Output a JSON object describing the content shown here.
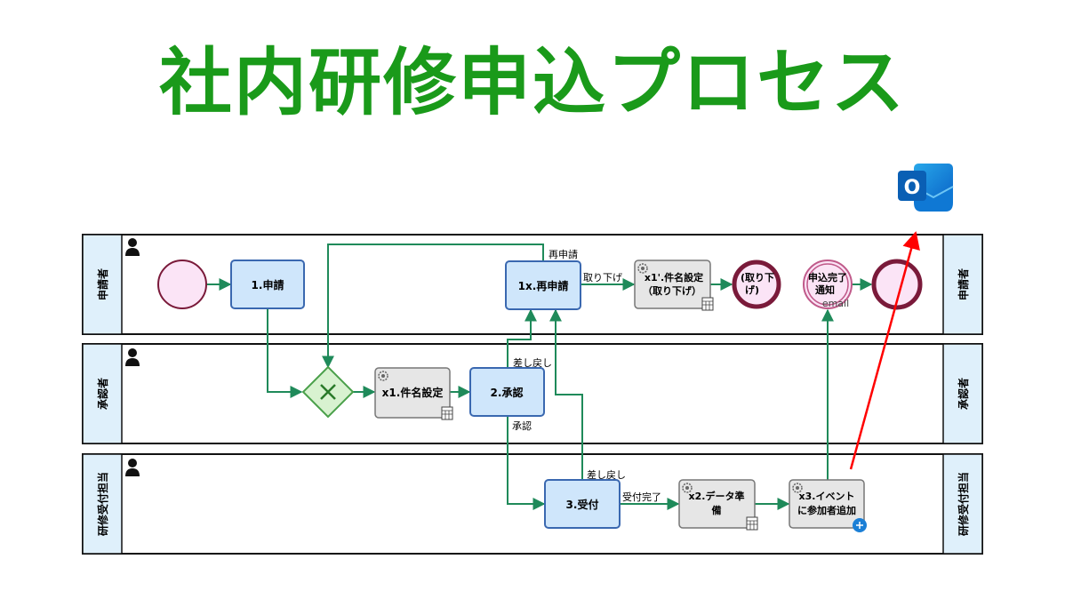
{
  "title": "社内研修申込プロセス",
  "colors": {
    "title": "#1a9a1a",
    "flow": "#1f8a5a",
    "task_fill": "#cfe6fb",
    "task_stroke": "#3a68b0",
    "auto_fill": "#e6e6e6",
    "auto_stroke": "#777777",
    "lane_header": "#dff0fb",
    "end_ring": "#7a1a3a",
    "start_fill": "#fbe4f6",
    "annotation_arrow": "#ff0000"
  },
  "app_icon": {
    "name": "outlook-icon",
    "letter": "O"
  },
  "lanes": [
    {
      "name": "申請者"
    },
    {
      "name": "承認者"
    },
    {
      "name": "研修受付担当"
    }
  ],
  "nodes": {
    "start": {
      "label": ""
    },
    "apply": {
      "label": "1.申請"
    },
    "gateway": {
      "label": ""
    },
    "subject_setting": {
      "label": "x1.件名設定"
    },
    "approve": {
      "label": "2.承認"
    },
    "reapply": {
      "label": "1x.再申請"
    },
    "withdraw_subject": {
      "line1": "x1'.件名設定",
      "line2": "（取り下げ）"
    },
    "withdraw_end": {
      "line1": "(取り下",
      "line2": "げ)"
    },
    "notify": {
      "line1": "申込完了",
      "line2": "通知",
      "line3": "email"
    },
    "end": {
      "label": ""
    },
    "reception": {
      "label": "3.受付"
    },
    "data_prep": {
      "line1": "x2.データ準",
      "line2": "備"
    },
    "add_attendee": {
      "line1": "x3.イベント",
      "line2": "に参加者追加"
    }
  },
  "flow_labels": {
    "reapply": "再申請",
    "withdraw": "取り下げ",
    "sendback_approver": "差し戻し",
    "approved": "承認",
    "sendback_reception": "差し戻し",
    "reception_done": "受付完了"
  }
}
